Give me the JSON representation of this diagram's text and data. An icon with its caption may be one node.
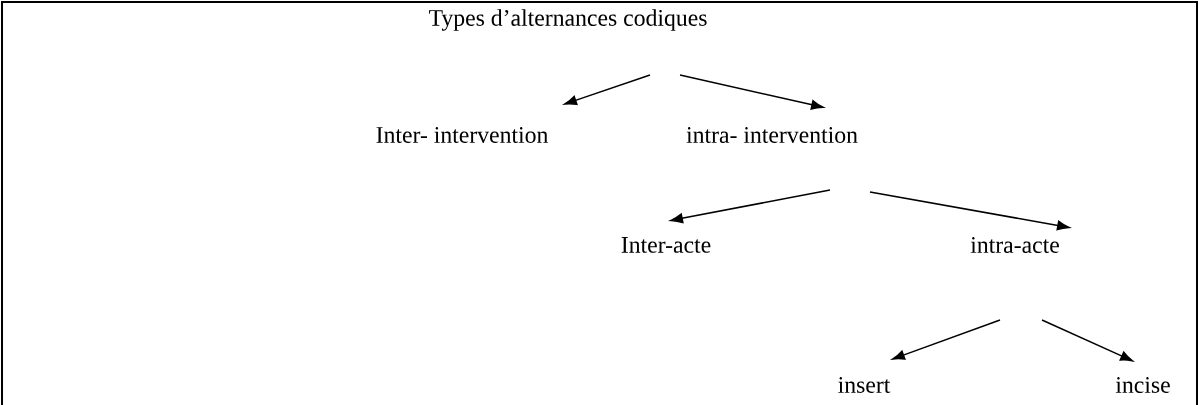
{
  "diagram": {
    "nodes": [
      {
        "text": [
          "Types d’alternances codiques"
        ]
      },
      {
        "text": [
          "Inter- intervention"
        ]
      },
      {
        "text": [
          "intra- intervention"
        ]
      },
      {
        "text": [
          "Inter-acte"
        ]
      },
      {
        "text": [
          "intra-acte"
        ]
      },
      {
        "text": [
          "insert"
        ]
      },
      {
        "text": [
          "incise"
        ]
      }
    ],
    "edges": [
      {
        "from": 0,
        "to": 1,
        "arrow": "to"
      },
      {
        "from": 0,
        "to": 2,
        "arrow": "to"
      },
      {
        "from": 2,
        "to": 3,
        "arrow": "to"
      },
      {
        "from": 2,
        "to": 4,
        "arrow": "to"
      },
      {
        "from": 4,
        "to": 5,
        "arrow": "to"
      },
      {
        "from": 4,
        "to": 6,
        "arrow": "to"
      }
    ]
  }
}
